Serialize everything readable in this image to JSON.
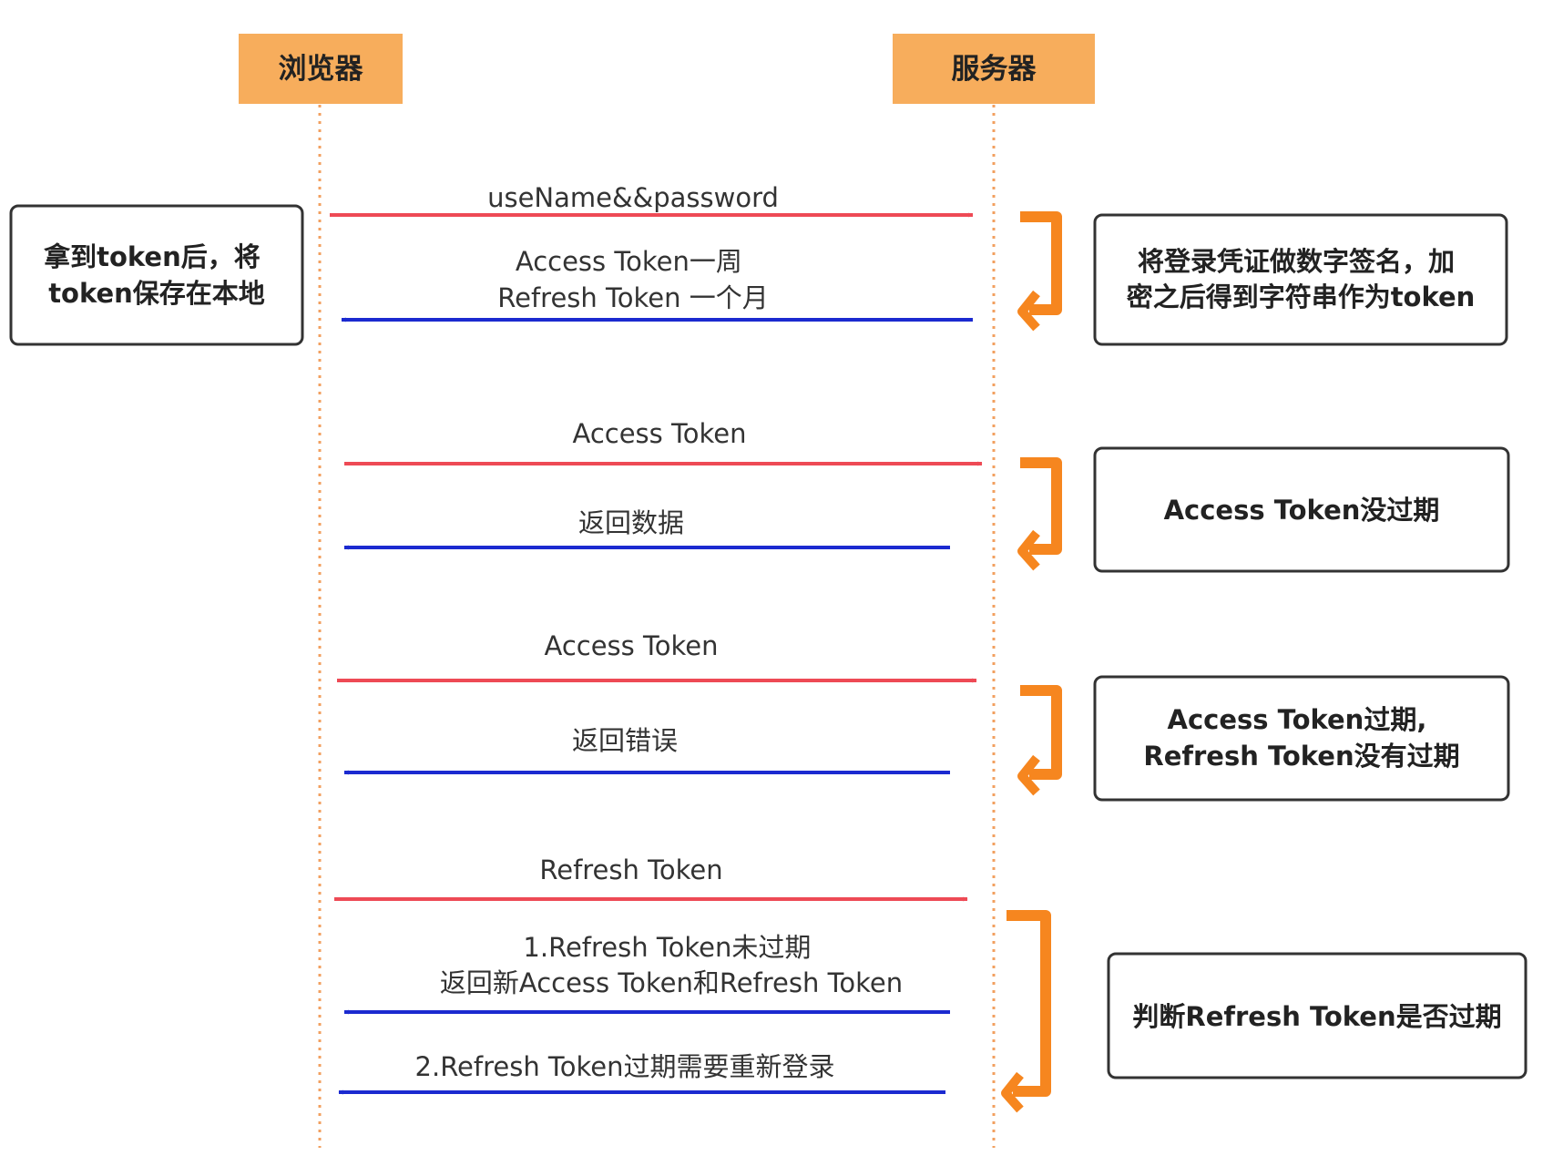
{
  "colors": {
    "request_arrow": "#ee4a55",
    "response_arrow": "#1b2ad0",
    "actor_fill": "#f7ad5c",
    "lifeline": "#f2a060",
    "bracket": "#f6861f",
    "note_border": "#333333"
  },
  "actors": {
    "browser": "浏览器",
    "server": "服务器"
  },
  "notes": {
    "browser_store": [
      "拿到token后，将",
      "token保存在本地"
    ],
    "server_sign": [
      "将登录凭证做数字签名，加",
      "密之后得到字符串作为token"
    ],
    "access_valid": [
      "Access Token没过期"
    ],
    "access_expired": [
      "Access Token过期,",
      "Refresh Token没有过期"
    ],
    "refresh_check": [
      "判断Refresh Token是否过期"
    ]
  },
  "messages": [
    {
      "id": "login",
      "direction": "request",
      "label": [
        "useName&&password"
      ]
    },
    {
      "id": "issue-tokens",
      "direction": "response",
      "label": [
        "Access Token一周",
        "Refresh Token 一个月"
      ]
    },
    {
      "id": "access-request-1",
      "direction": "request",
      "label": [
        "Access Token"
      ]
    },
    {
      "id": "return-data",
      "direction": "response",
      "label": [
        "返回数据"
      ]
    },
    {
      "id": "access-request-2",
      "direction": "request",
      "label": [
        "Access Token"
      ]
    },
    {
      "id": "return-error",
      "direction": "response",
      "label": [
        "返回错误"
      ]
    },
    {
      "id": "refresh-request",
      "direction": "request",
      "label": [
        "Refresh Token"
      ]
    },
    {
      "id": "refresh-ok",
      "direction": "response",
      "label": [
        "1.Refresh Token未过期",
        "返回新Access Token和Refresh Token"
      ]
    },
    {
      "id": "refresh-expired",
      "direction": "response",
      "label": [
        "2.Refresh Token过期需要重新登录"
      ]
    }
  ]
}
